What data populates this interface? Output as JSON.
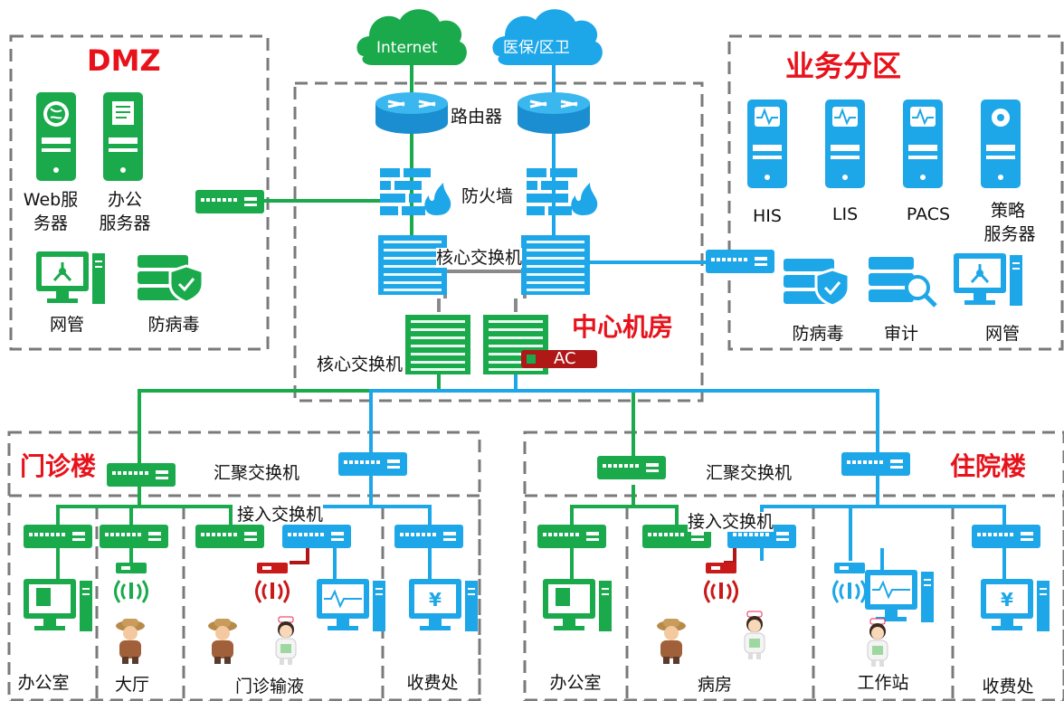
{
  "clouds": {
    "internet": "Internet",
    "medical": "医保/区卫"
  },
  "zones": {
    "dmz": "DMZ",
    "business": "业务分区",
    "core_room": "中心机房",
    "outpatient": "门诊楼",
    "inpatient": "住院楼"
  },
  "center": {
    "router": "路由器",
    "firewall": "防火墙",
    "core_switch_top": "核心交换机",
    "core_switch_bottom": "核心交换机",
    "ac": "AC"
  },
  "dmz": {
    "web_server_1": "Web服",
    "web_server_2": "务器",
    "office_server_1": "办公",
    "office_server_2": "服务器",
    "nms": "网管",
    "antivirus": "防病毒"
  },
  "business": {
    "his": "HIS",
    "lis": "LIS",
    "pacs": "PACS",
    "policy_1": "策略",
    "policy_2": "服务器",
    "antivirus": "防病毒",
    "audit": "审计",
    "nms": "网管"
  },
  "outpatient": {
    "aggregation": "汇聚交换机",
    "access": "接入交换机",
    "office": "办公室",
    "hall": "大厅",
    "infusion": "门诊输液",
    "cashier": "收费处"
  },
  "inpatient": {
    "aggregation": "汇聚交换机",
    "access": "接入交换机",
    "office": "办公室",
    "ward": "病房",
    "workstation": "工作站",
    "cashier": "收费处"
  },
  "colors": {
    "green": "#1aaa4c",
    "blue": "#1ea7e8",
    "red": "#e8121b",
    "darkred": "#b01818",
    "gray": "#888888",
    "dash": "#7a7a7a"
  }
}
